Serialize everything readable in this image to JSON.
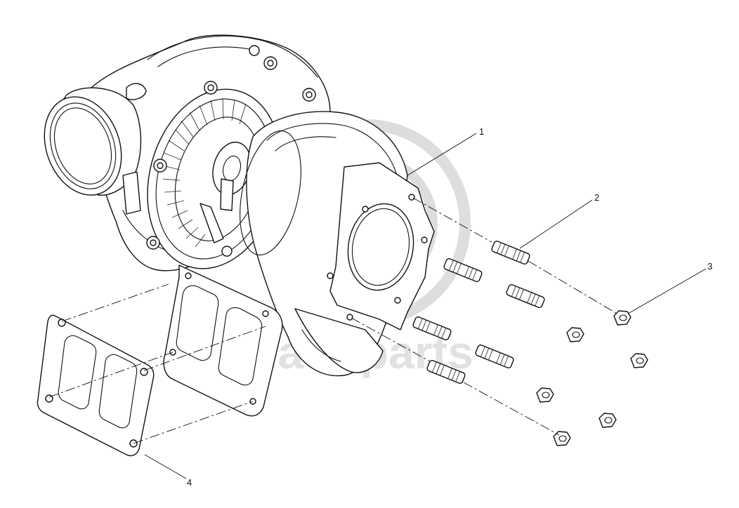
{
  "watermark": {
    "text": "data-parts",
    "color": "#c9c9c9"
  },
  "callouts": [
    {
      "label": "1"
    },
    {
      "label": "2"
    },
    {
      "label": "3"
    },
    {
      "label": "4"
    }
  ],
  "line_color": "#111111",
  "background": "#ffffff"
}
